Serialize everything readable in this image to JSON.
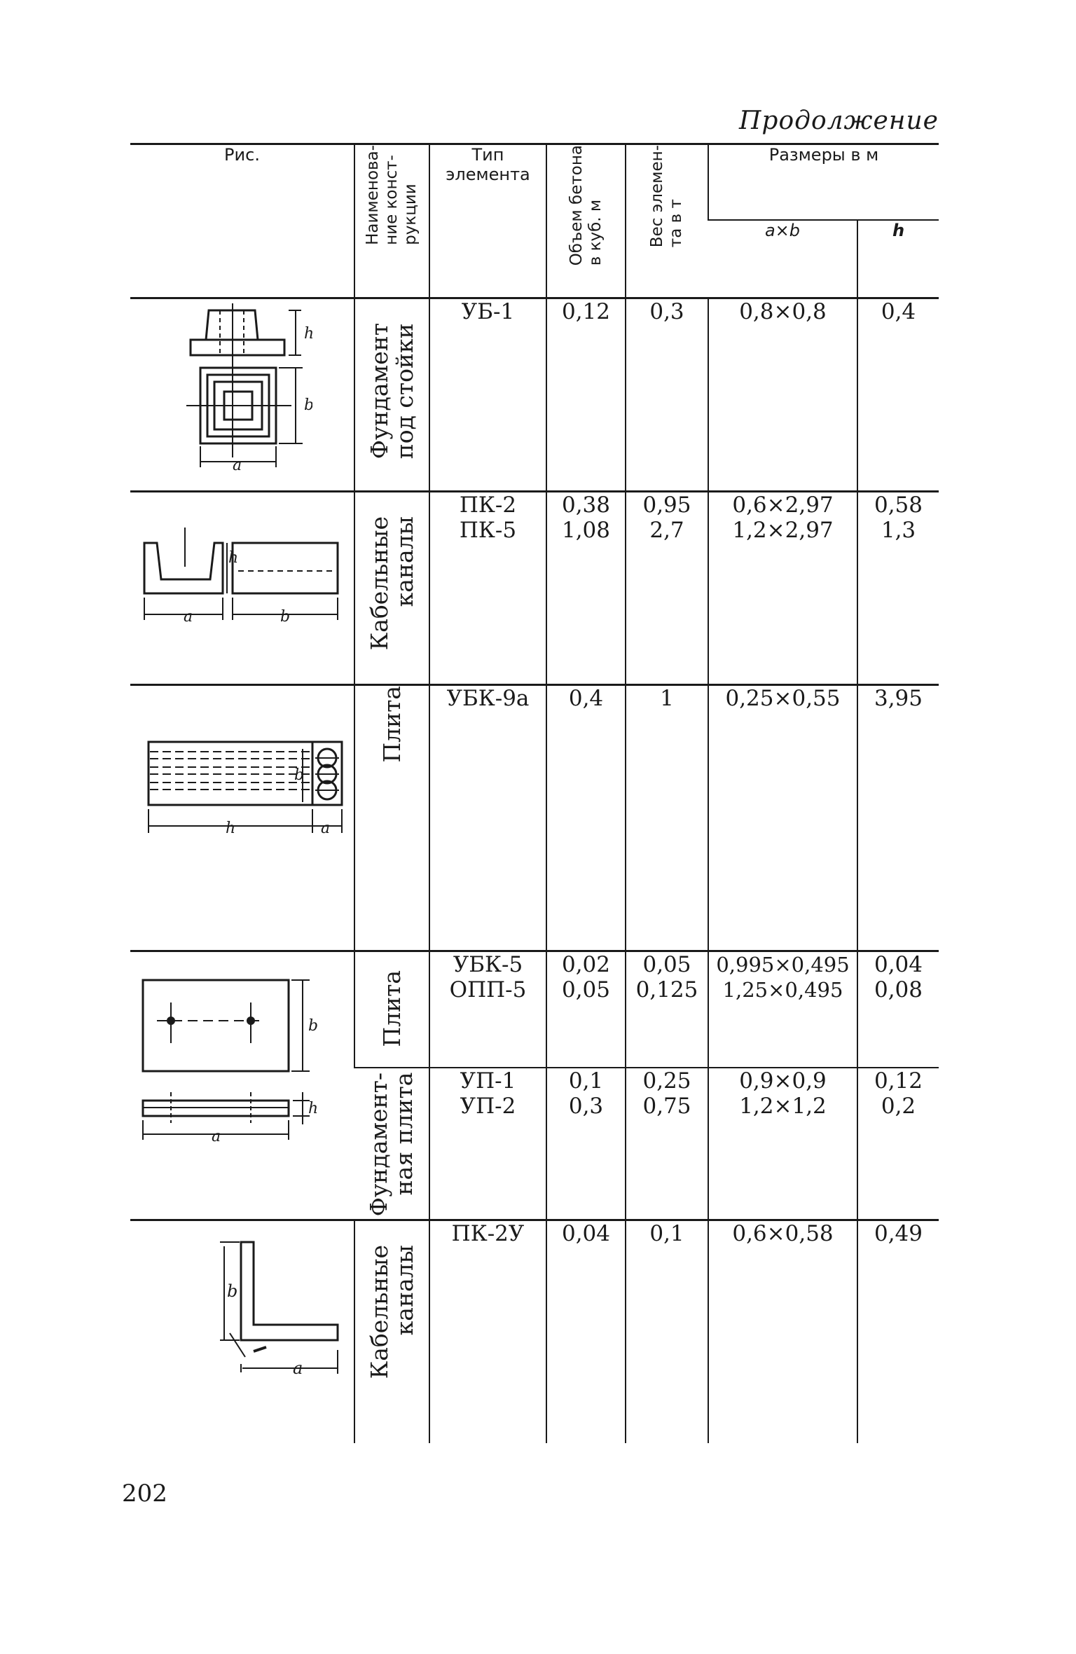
{
  "continuation_label": "Продолжение",
  "page_number": "202",
  "headers": {
    "fig": "Рис.",
    "name": "Наименова-\nние конст-\nрукции",
    "type": "Тип\nэлемента",
    "volume": "Объем бетона\nв куб. м",
    "weight": "Вес элемен-\nта в т",
    "dims": "Размеры в м",
    "axb": "a×b",
    "h": "h"
  },
  "rows": [
    {
      "name": "Фундамент\nпод стойки",
      "type": "УБ-1",
      "volume": "0,12",
      "weight": "0,3",
      "axb": "0,8×0,8",
      "h": "0,4"
    },
    {
      "name": "Кабельные\nканалы",
      "type": "ПК-2\nПК-5",
      "volume": "0,38\n1,08",
      "weight": "0,95\n2,7",
      "axb": "0,6×2,97\n1,2×2,97",
      "h": "0,58\n1,3"
    },
    {
      "name": "Плита",
      "type": "УБК-9а",
      "volume": "0,4",
      "weight": "1",
      "axb": "0,25×0,55",
      "h": "3,95"
    },
    {
      "name": "Плита",
      "type": "УБК-5\nОПП-5",
      "volume": "0,02\n0,05",
      "weight": "0,05\n0,125",
      "axb": "0,995×0,495\n1,25×0,495",
      "h": "0,04\n0,08"
    },
    {
      "name": "Фундамент-\nная плита",
      "type": "УП-1\nУП-2",
      "volume": "0,1\n0,3",
      "weight": "0,25\n0,75",
      "axb": "0,9×0,9\n1,2×1,2",
      "h": "0,12\n0,2"
    },
    {
      "name": "Кабельные\nканалы",
      "type": "ПК-2У",
      "volume": "0,04",
      "weight": "0,1",
      "axb": "0,6×0,58",
      "h": "0,49"
    }
  ],
  "figure_labels": {
    "a": "a",
    "b": "b",
    "h": "h"
  }
}
